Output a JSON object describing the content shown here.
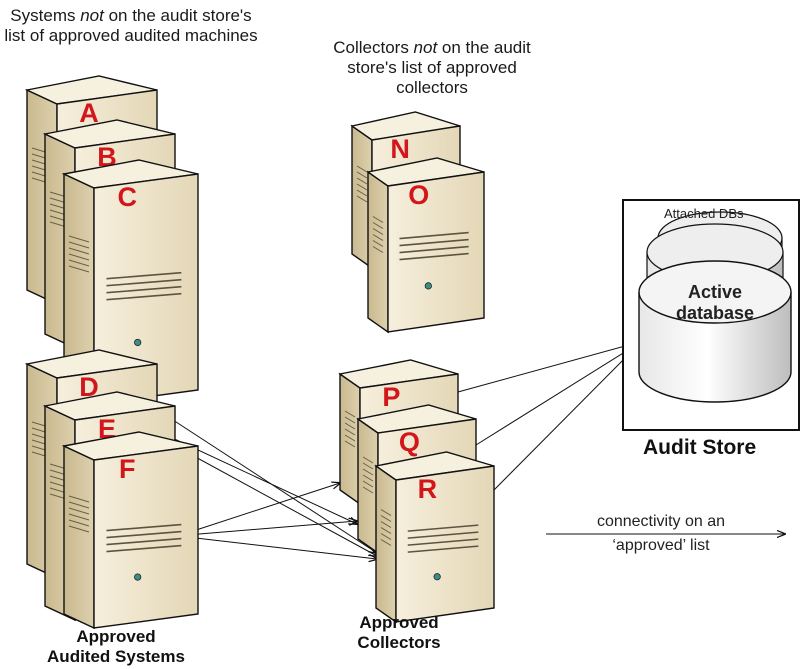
{
  "captions": {
    "unapproved_systems": {
      "pre": "Systems ",
      "italic": "not",
      "post": " on the audit store's list of approved audited machines"
    },
    "unapproved_collectors": {
      "pre": "Collectors ",
      "italic": "not",
      "post": " on the audit store's list of approved collectors"
    }
  },
  "servers": {
    "A": "A",
    "B": "B",
    "C": "C",
    "D": "D",
    "E": "E",
    "F": "F",
    "N": "N",
    "O": "O",
    "P": "P",
    "Q": "Q",
    "R": "R"
  },
  "groups": {
    "approved_systems_line1": "Approved",
    "approved_systems_line2": "Audited Systems",
    "approved_collectors_line1": "Approved",
    "approved_collectors_line2": "Collectors"
  },
  "audit_store": {
    "title": "Audit Store",
    "attached_label": "Attached DBs",
    "active_line1": "Active",
    "active_line2": "database"
  },
  "legend": {
    "line1": "connectivity on an",
    "line2": "‘approved’ list"
  },
  "colors": {
    "letter": "#d2161b",
    "server_front": "#efe6cf",
    "server_side": "#d4c6a1",
    "server_top": "#f7f1e1"
  }
}
